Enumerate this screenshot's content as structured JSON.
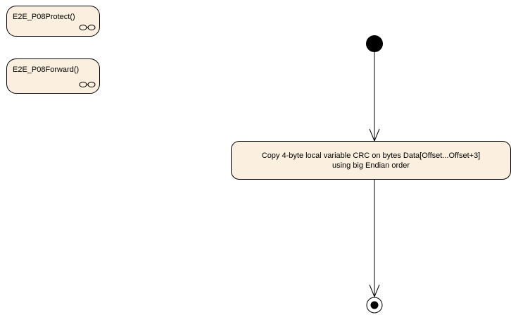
{
  "call_nodes": {
    "protect": {
      "label": "E2E_P08Protect()",
      "icon": "call-behavior-rake-icon"
    },
    "forward": {
      "label": "E2E_P08Forward()",
      "icon": "call-behavior-rake-icon"
    }
  },
  "action": {
    "line1": "Copy 4-byte local variable CRC on bytes Data[Offset...Offset+3]",
    "line2": "using big Endian order"
  },
  "colors": {
    "node_fill": "#fbf0e0",
    "stroke": "#000000"
  }
}
